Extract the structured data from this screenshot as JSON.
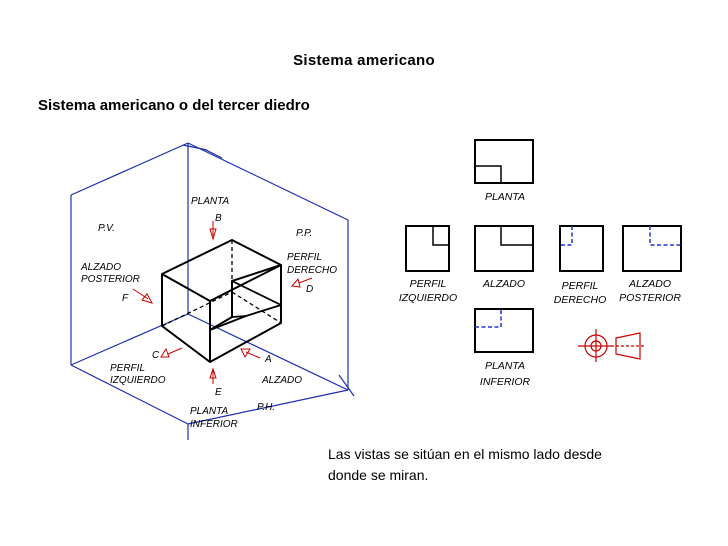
{
  "title": "Sistema americano",
  "subtitle": "Sistema americano o del tercer diedro",
  "iso": {
    "planes": {
      "pv": "P.V.",
      "pp": "P.P.",
      "ph": "P.H."
    },
    "views": {
      "planta": {
        "name": "PLANTA",
        "letter": "B"
      },
      "perfil_derecho": {
        "line1": "PERFIL",
        "line2": "DERECHO",
        "letter": "D"
      },
      "alzado_posterior": {
        "line1": "ALZADO",
        "line2": "POSTERIOR",
        "letter": "F"
      },
      "perfil_izquierdo": {
        "line1": "PERFIL",
        "line2": "IZQUIERDO",
        "letter": "C"
      },
      "alzado": {
        "name": "ALZADO",
        "letter": "A"
      },
      "planta_inferior": {
        "line1": "PLANTA",
        "line2": "INFERIOR",
        "letter": "E"
      }
    }
  },
  "views": {
    "planta": "PLANTA",
    "perfil_izquierdo": {
      "line1": "PERFIL",
      "line2": "IZQUIERDO"
    },
    "alzado": "ALZADO",
    "perfil_derecho": {
      "line1": "PERFIL",
      "line2": "DERECHO"
    },
    "alzado_posterior": {
      "line1": "ALZADO",
      "line2": "POSTERIOR"
    },
    "planta_inferior": {
      "line1": "PLANTA",
      "line2": "INFERIOR"
    }
  },
  "caption": {
    "line1": "Las vistas se sitúan en el mismo lado desde",
    "line2": "donde se miran."
  },
  "colors": {
    "plane_lines": "#1e2fb0",
    "hidden_lines": "#2233cc",
    "symbol": "#cc0000",
    "arrow": "#cc0000"
  }
}
